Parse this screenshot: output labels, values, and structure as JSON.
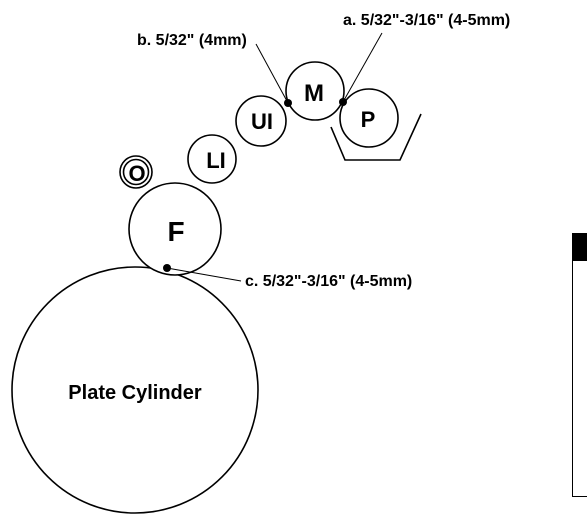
{
  "rollers": {
    "m": "M",
    "p": "P",
    "ui": "UI",
    "li": "LI",
    "o": "O",
    "f": "F",
    "plate": "Plate Cylinder"
  },
  "callouts": {
    "a": "a. 5/32\"-3/16\" (4-5mm)",
    "b": "b. 5/32\" (4mm)",
    "c": "c. 5/32\"-3/16\" (4-5mm)"
  },
  "colors": {
    "ink": "#000000",
    "background": "#ffffff"
  }
}
